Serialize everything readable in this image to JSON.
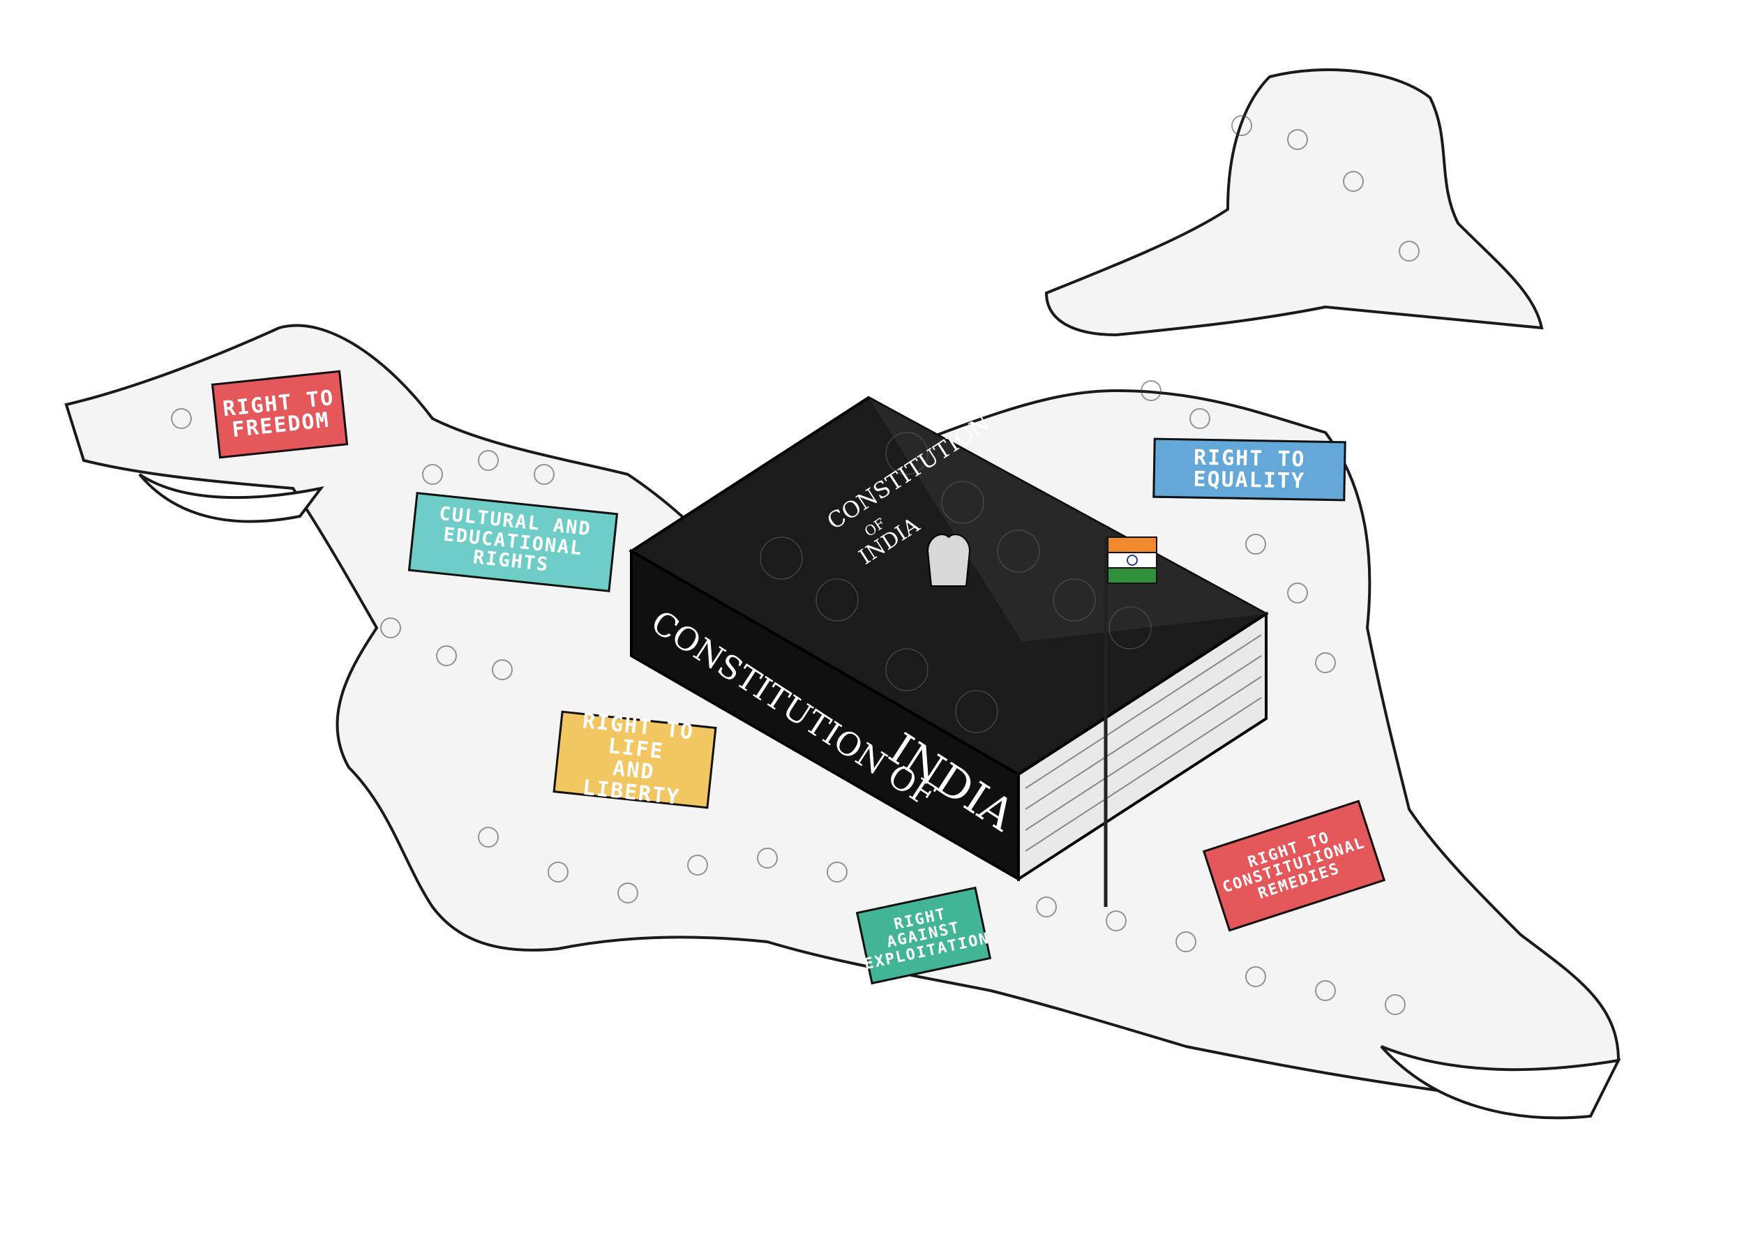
{
  "illustration": {
    "book": {
      "cover_title_line1": "CONSTITUTION",
      "cover_title_of": "OF",
      "cover_title_line2": "INDIA",
      "spine_title_line1": "CONSTITUTION OF",
      "spine_title_line2": "INDIA"
    },
    "banners": [
      {
        "line1": "RIGHT TO",
        "line2": "FREEDOM",
        "color": "#e4575b"
      },
      {
        "line1": "CULTURAL AND",
        "line2": "EDUCATIONAL RIGHTS",
        "color": "#6fcdc8"
      },
      {
        "line1": "RIGHT TO LIFE",
        "line2": "AND LIBERTY",
        "color": "#f2c661"
      },
      {
        "line1": "RIGHT TO EQUALITY",
        "line2": "",
        "color": "#63a8d8"
      },
      {
        "line1": "RIGHT AGAINST",
        "line2": "EXPLOITATION",
        "color": "#42b596"
      },
      {
        "line1": "RIGHT TO",
        "line2": "CONSTITUTIONAL REMEDIES",
        "color": "#e4575b"
      }
    ],
    "flag_colors": {
      "saffron": "#f08a2c",
      "white": "#ffffff",
      "green": "#2f8f3a",
      "chakra": "#1f3c8a"
    }
  }
}
